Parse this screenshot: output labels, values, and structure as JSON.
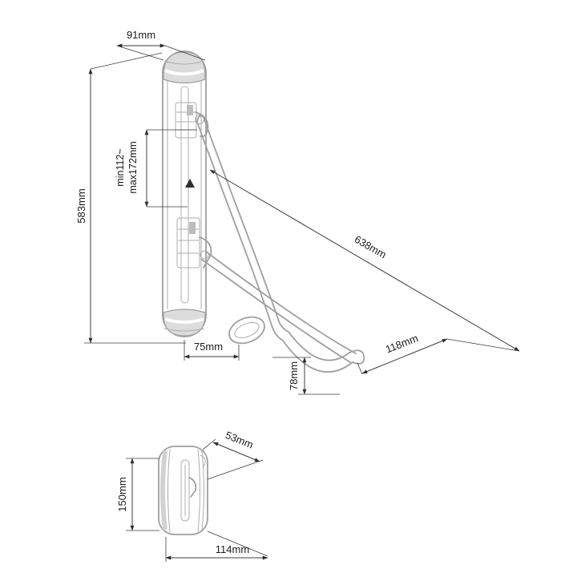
{
  "figure": {
    "view_front": "front-elevation-of-wall-bracket-with-folding-arm",
    "view_side": "side-profile-of-wall-bracket",
    "labels": {
      "bracket_width": "91mm",
      "bracket_height": "583mm",
      "adjust_min": "min112~",
      "adjust_max": "max172mm",
      "arm_length": "638mm",
      "wheel_offset": "75mm",
      "tip_section": "118mm",
      "cradle_drop": "78mm",
      "side_depth": "53mm",
      "side_height": "150mm",
      "side_width": "114mm"
    },
    "colors": {
      "object_line": "#9f9f9f",
      "dimension_line": "#3c3c3c",
      "label_text": "#1a1a1a",
      "cap_fill": "#dcdcdc",
      "background": "#ffffff"
    }
  }
}
